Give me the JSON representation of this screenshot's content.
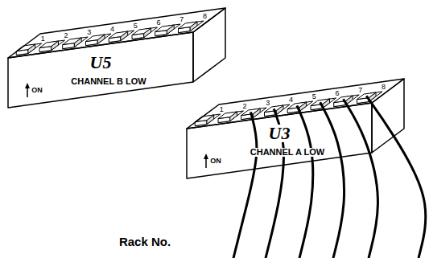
{
  "diagram": {
    "nodes": [
      {
        "text": [
          "U5"
        ]
      },
      {
        "text": [
          "U3"
        ]
      }
    ],
    "labels": [
      "1",
      "2",
      "3",
      "4",
      "5",
      "6",
      "7",
      "8",
      "ON",
      "CHANNEL B LOW",
      "1",
      "2",
      "3",
      "4",
      "5",
      "6",
      "7",
      "8",
      "ON",
      "CHANNEL A LOW",
      "Rack No."
    ]
  }
}
